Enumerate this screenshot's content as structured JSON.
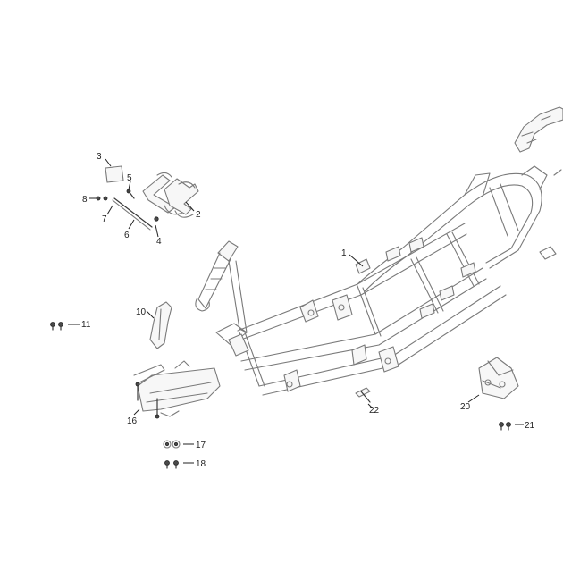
{
  "callouts": [
    {
      "id": "c1",
      "label": "1"
    },
    {
      "id": "c2",
      "label": "2"
    },
    {
      "id": "c3",
      "label": "3"
    },
    {
      "id": "c4",
      "label": "4"
    },
    {
      "id": "c5",
      "label": "5"
    },
    {
      "id": "c6",
      "label": "6"
    },
    {
      "id": "c7",
      "label": "7"
    },
    {
      "id": "c8",
      "label": "8"
    },
    {
      "id": "c10",
      "label": "10"
    },
    {
      "id": "c11",
      "label": "11"
    },
    {
      "id": "c16",
      "label": "16"
    },
    {
      "id": "c17",
      "label": "17"
    },
    {
      "id": "c18",
      "label": "18"
    },
    {
      "id": "c20",
      "label": "20"
    },
    {
      "id": "c21",
      "label": "21"
    },
    {
      "id": "c22",
      "label": "22"
    }
  ],
  "colors": {
    "line": "#7a7a7a",
    "ink": "#222222",
    "background": "#ffffff"
  }
}
